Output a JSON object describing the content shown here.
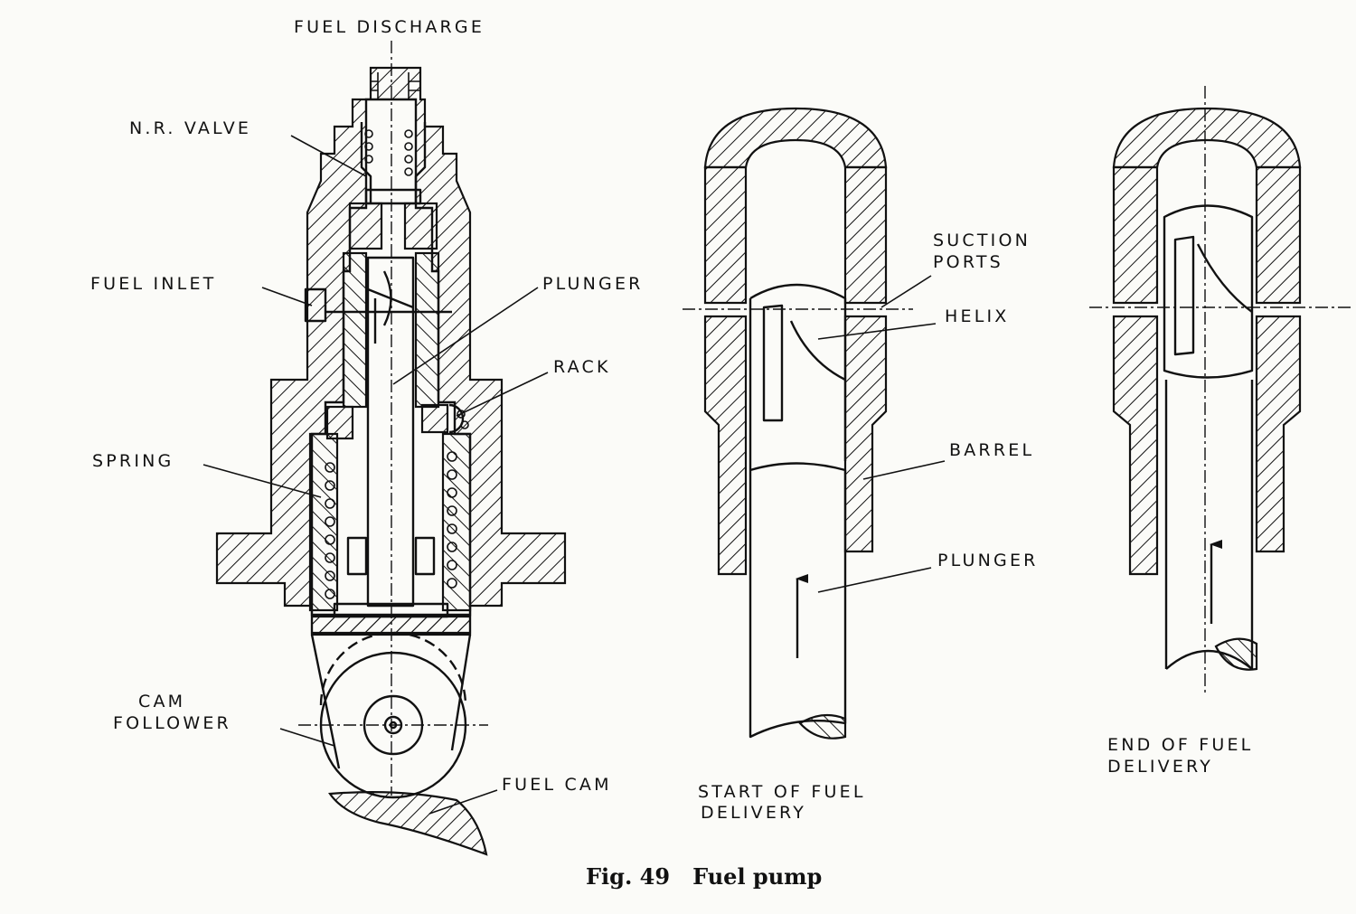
{
  "labels": {
    "fuel_discharge": "FUEL DISCHARGE",
    "nr_valve": "N.R. VALVE",
    "fuel_inlet": "FUEL INLET",
    "plunger_left": "PLUNGER",
    "rack": "RACK",
    "spring": "SPRING",
    "cam_follower_1": "CAM",
    "cam_follower_2": "FOLLOWER",
    "fuel_cam": "FUEL CAM",
    "suction_ports_1": "SUCTION",
    "suction_ports_2": "PORTS",
    "helix": "HELIX",
    "barrel": "BARREL",
    "plunger_mid": "PLUNGER",
    "start_1": "START OF FUEL",
    "start_2": "DELIVERY",
    "end_1": "END OF FUEL",
    "end_2": "DELIVERY"
  },
  "caption": "Fig. 49   Fuel pump"
}
